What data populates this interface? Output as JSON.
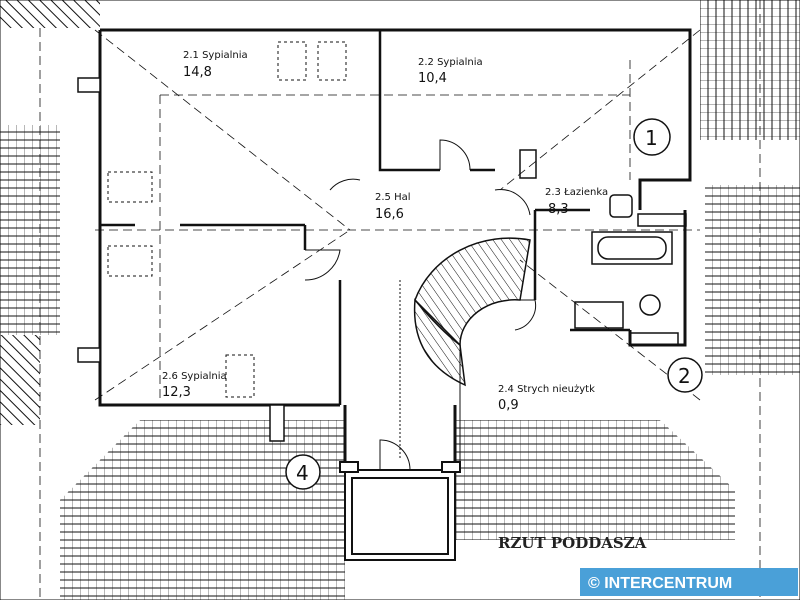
{
  "rooms": [
    {
      "name": "2.1 Sypialnia",
      "area": "14,8"
    },
    {
      "name": "2.2 Sypialnia",
      "area": "10,4"
    },
    {
      "name": "2.3 Łazienka",
      "area": "8,3"
    },
    {
      "name": "2.4 Strych nieużytk",
      "area": "0,9"
    },
    {
      "name": "2.5 Hal",
      "area": "16,6"
    },
    {
      "name": "2.6 Sypialnia",
      "area": "12,3"
    }
  ],
  "markers": [
    "1",
    "2",
    "4"
  ],
  "title": "RZUT PODDASZA",
  "watermark": "© INTERCENTRUM",
  "colors": {
    "line": "#111111",
    "watermark": "#4aa0d8"
  }
}
